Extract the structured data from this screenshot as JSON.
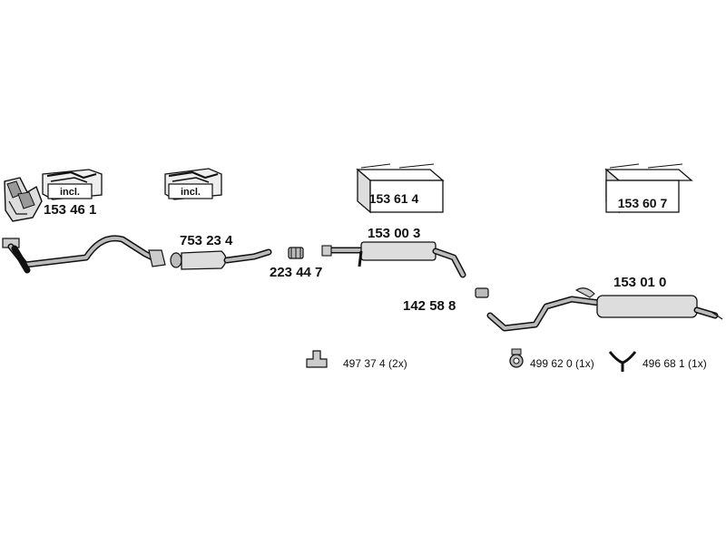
{
  "kits": [
    {
      "label": "incl."
    },
    {
      "label": "incl."
    }
  ],
  "boxes": [
    {
      "label": "153 61 4"
    },
    {
      "label": "153 60 7"
    }
  ],
  "parts": {
    "manifold": "153 46 1",
    "catalyst": "753 23 4",
    "clamp": "223 44 7",
    "middle_silencer": "153 00 3",
    "clamp2": "142 58 8",
    "rear_silencer": "153 01 0"
  },
  "hardware": [
    {
      "label": "497 37 4 (2x)",
      "icon": "bracket-icon"
    },
    {
      "label": "499 62 0 (1x)",
      "icon": "rubber-ring-icon"
    },
    {
      "label": "496 68 1 (1x)",
      "icon": "y-hanger-icon"
    }
  ]
}
